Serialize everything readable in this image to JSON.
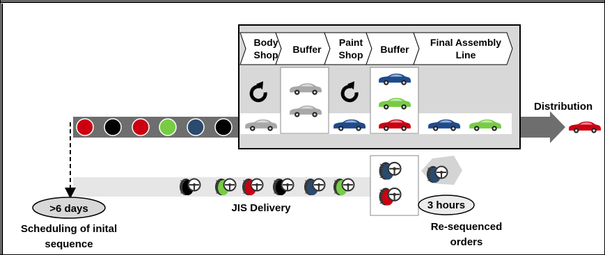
{
  "stages": [
    {
      "label_line1": "Body",
      "label_line2": "Shop"
    },
    {
      "label_line1": "Buffer",
      "label_line2": ""
    },
    {
      "label_line1": "Paint",
      "label_line2": "Shop"
    },
    {
      "label_line1": "Buffer",
      "label_line2": ""
    },
    {
      "label_line1": "Final Assembly",
      "label_line2": "Line"
    }
  ],
  "labels": {
    "distribution": "Distribution",
    "jis_delivery": "JIS Delivery",
    "schedule_badge": ">6 days",
    "resequence_badge": "3 hours",
    "schedule_caption_line1": "Scheduling of inital",
    "schedule_caption_line2": "sequence",
    "resequence_caption_line1": "Re-sequenced",
    "resequence_caption_line2": "orders"
  },
  "order_sequence_colors": [
    "#cc0011",
    "#000000",
    "#cc0011",
    "#77cc44",
    "#2a4a6e",
    "#000000"
  ],
  "wheel_sequence_colors": [
    "#000000",
    "#77cc44",
    "#cc0011",
    "#000000",
    "#2a4a6e",
    "#77cc44"
  ],
  "resequenced_wheels_box": [
    "#2a4a6e",
    "#cc0011"
  ],
  "resequenced_wheel_extra": "#2a4a6e",
  "colors": {
    "red": "#cc0011",
    "black": "#000000",
    "green": "#77cc44",
    "blue": "#1e4b8c",
    "grey_car": "#a8a8a8",
    "panel": "#d8d8d8",
    "arrow_dark": "#6e6e6e",
    "arrow_light": "#e4e4e4"
  },
  "icons": {
    "cycle": "circular-arrow-icon",
    "car": "car-icon",
    "wheel": "wheel-with-steering-icon"
  }
}
